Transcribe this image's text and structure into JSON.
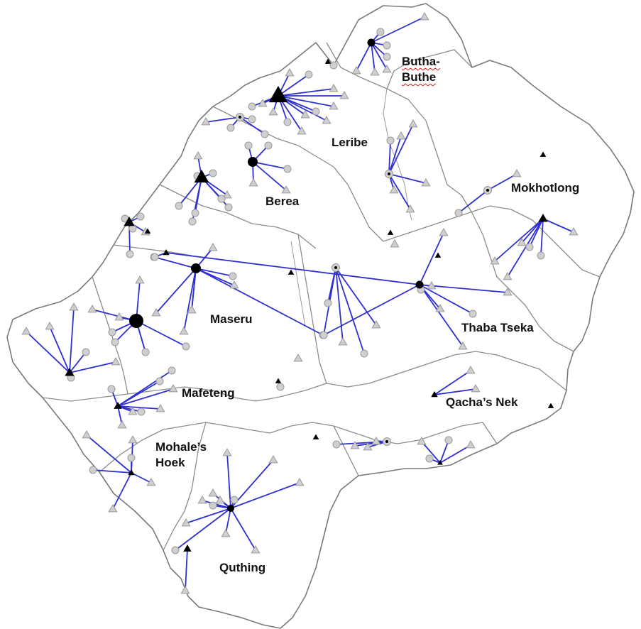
{
  "colors": {
    "link": "#2f2fd0",
    "link_alt": "#2a7fb0",
    "site_fill": "#cfcfcf",
    "site_stroke": "#9a9a9a",
    "hub": "#000000",
    "boundary": "#8c8c8c"
  },
  "legend_note": "",
  "districts": [
    {
      "id": "butha-buthe",
      "name": "Butha-\nButhe"
    },
    {
      "id": "leribe",
      "name": "Leribe"
    },
    {
      "id": "berea",
      "name": "Berea"
    },
    {
      "id": "mokhotlong",
      "name": "Mokhotlong"
    },
    {
      "id": "maseru",
      "name": "Maseru"
    },
    {
      "id": "thaba-tseka",
      "name": "Thaba Tseka"
    },
    {
      "id": "mafeteng",
      "name": "Mafeteng"
    },
    {
      "id": "qachas-nek",
      "name": "Qacha’s Nek"
    },
    {
      "id": "mohales-hoek",
      "name": "Mohale’s\nHoek"
    },
    {
      "id": "quthing",
      "name": "Quthing"
    }
  ]
}
